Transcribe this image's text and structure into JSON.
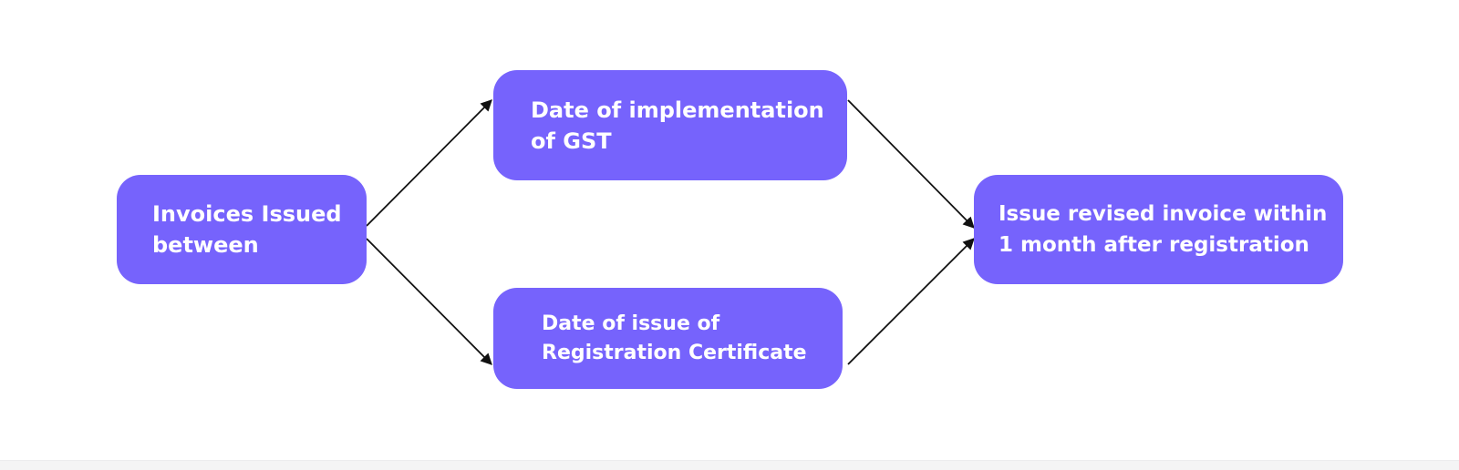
{
  "colors": {
    "node_fill": "#7663fc",
    "node_text": "#ffffff",
    "connector": "#111111"
  },
  "nodes": {
    "start": {
      "label": "Invoices Issued\nbetween"
    },
    "gst_date": {
      "label": "Date of implementation\nof GST"
    },
    "registration_date": {
      "label": "Date of issue of\nRegistration Certificate"
    },
    "result": {
      "label": "Issue revised invoice within\n1 month after registration"
    }
  },
  "edges": [
    {
      "from": "start",
      "to": "gst_date"
    },
    {
      "from": "start",
      "to": "registration_date"
    },
    {
      "from": "gst_date",
      "to": "result"
    },
    {
      "from": "registration_date",
      "to": "result"
    }
  ]
}
